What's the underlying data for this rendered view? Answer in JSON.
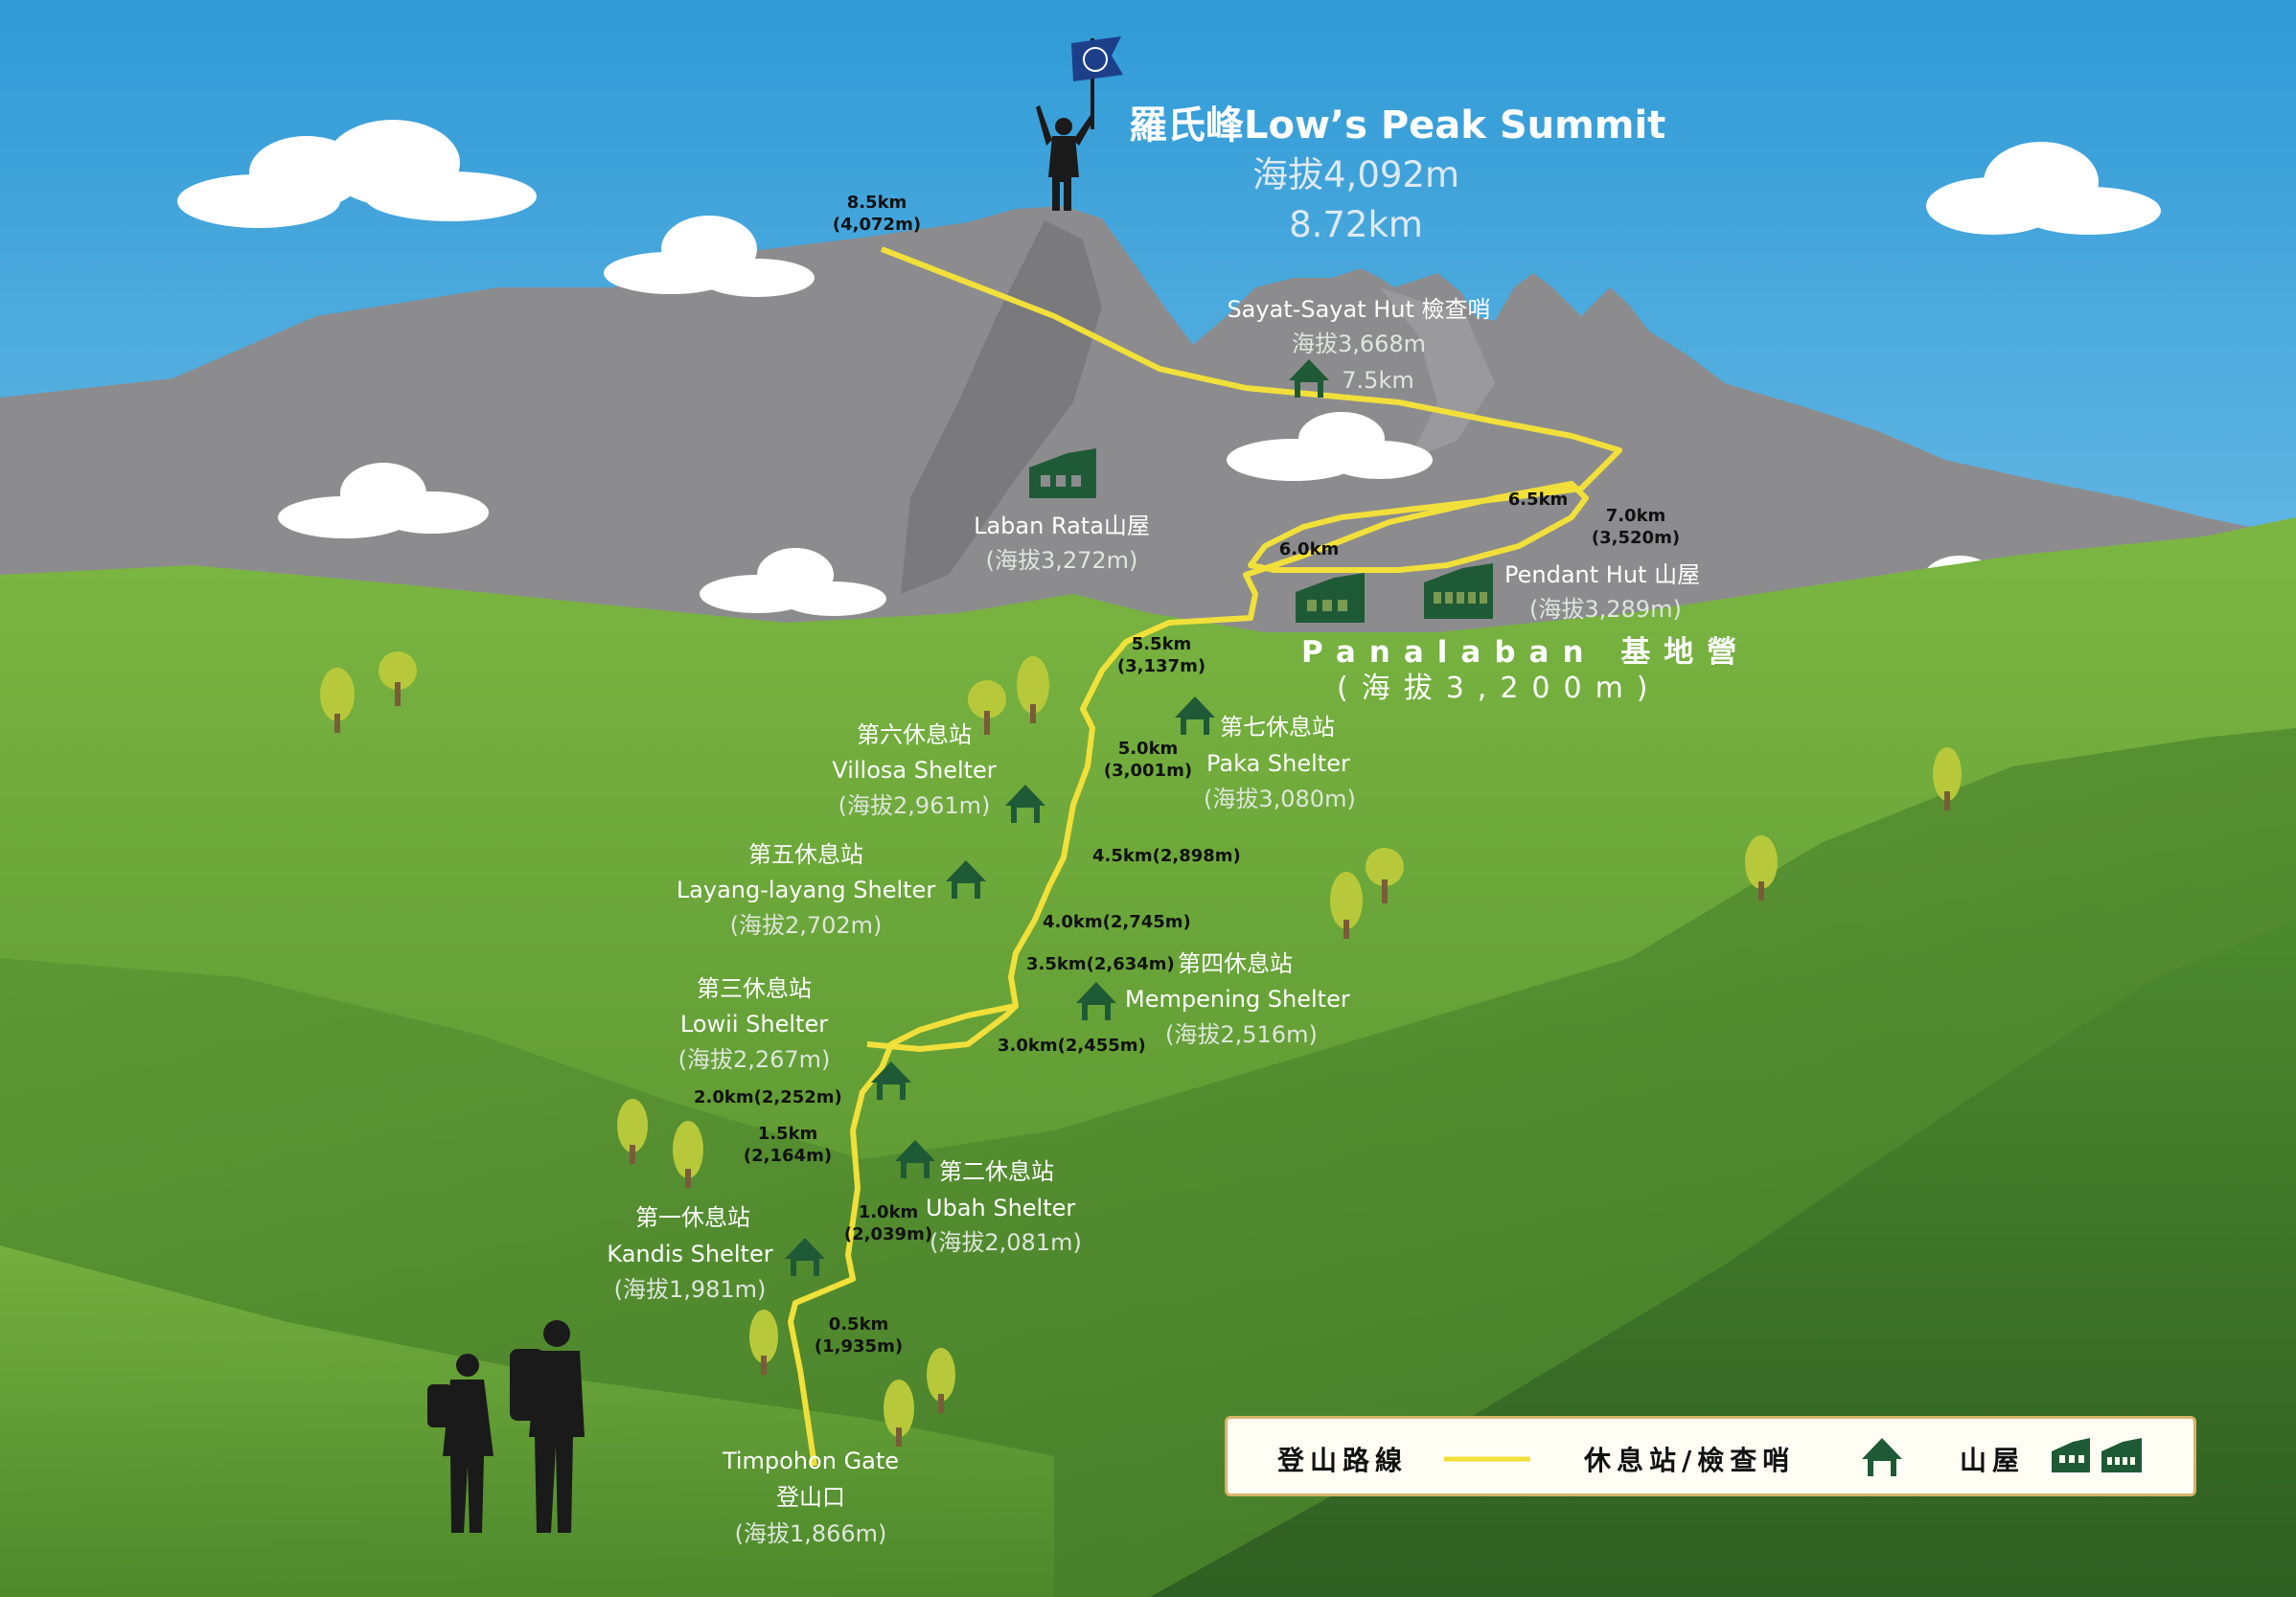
{
  "summit": {
    "name": "羅氏峰Low’s Peak Summit",
    "elevation": "海拔4,092m",
    "distance": "8.72km"
  },
  "base_camp": {
    "name": "Panalaban 基地營",
    "elevation": "(海拔3,200m)"
  },
  "huts": [
    {
      "name": "Sayat-Sayat Hut 檢查哨",
      "elevation": "海拔3,668m",
      "distance": "7.5km"
    },
    {
      "name": "Laban Rata山屋",
      "elevation": "(海拔3,272m)"
    },
    {
      "name": "Pendant Hut 山屋",
      "elevation": "(海拔3,289m)"
    }
  ],
  "shelters": [
    {
      "cn": "第七休息站",
      "en": "Paka Shelter",
      "elevation": "(海拔3,080m)"
    },
    {
      "cn": "第六休息站",
      "en": "Villosa Shelter",
      "elevation": "(海拔2,961m)"
    },
    {
      "cn": "第五休息站",
      "en": "Layang-layang Shelter",
      "elevation": "(海拔2,702m)"
    },
    {
      "cn": "第四休息站",
      "en": "Mempening Shelter",
      "elevation": "(海拔2,516m)"
    },
    {
      "cn": "第三休息站",
      "en": "Lowii Shelter",
      "elevation": "(海拔2,267m)"
    },
    {
      "cn": "第二休息站",
      "en": "Ubah Shelter",
      "elevation": "(海拔2,081m)"
    },
    {
      "cn": "第一休息站",
      "en": "Kandis Shelter",
      "elevation": "(海拔1,981m)"
    }
  ],
  "gate": {
    "en": "Timpohon Gate",
    "cn": "登山口",
    "elevation": "(海拔1,866m)"
  },
  "markers": {
    "km85": "8.5km",
    "km85_elev": "(4,072m)",
    "km70": "7.0km",
    "km70_elev": "(3,520m)",
    "km65": "6.5km",
    "km60": "6.0km",
    "km55": "5.5km",
    "km55_elev": "(3,137m)",
    "km50": "5.0km",
    "km50_elev": "(3,001m)",
    "km45": "4.5km(2,898m)",
    "km40": "4.0km(2,745m)",
    "km35": "3.5km(2,634m)",
    "km30": "3.0km(2,455m)",
    "km20": "2.0km(2,252m)",
    "km15": "1.5km",
    "km15_elev": "(2,164m)",
    "km10": "1.0km",
    "km10_elev": "(2,039m)",
    "km05": "0.5km",
    "km05_elev": "(1,935m)"
  },
  "legend": {
    "route": "登山路線",
    "shelter": "休息站/檢查哨",
    "hut": "山屋"
  },
  "colors": {
    "sky_top": "#2f9ad6",
    "sky_bottom": "#c8e8f6",
    "mountain": "#8a8a8c",
    "grass": "#6ea338",
    "trail": "#f2e03a",
    "icon": "#1f5a36",
    "flag": "#1d3f8a"
  }
}
